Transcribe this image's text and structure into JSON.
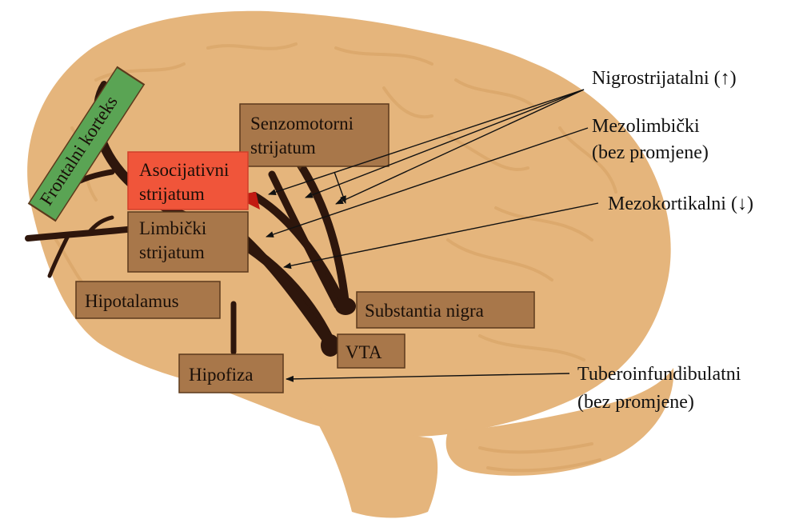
{
  "colors": {
    "brain": "#e5b57c",
    "brain_shade": "#d9a565",
    "pathway": "#2e160c",
    "region_box": "#a8774a",
    "highlight_red": "#f0553a",
    "highlight_green": "#5aa454"
  },
  "regions": {
    "frontal": "Frontalni korteks",
    "senzo_1": "Senzomotorni",
    "senzo_2": "strijatum",
    "asoc_1": "Asocijativni",
    "asoc_2": "strijatum",
    "limb_1": "Limbički",
    "limb_2": "strijatum",
    "hipotalamus": "Hipotalamus",
    "hipofiza": "Hipofiza",
    "substantia": "Substantia nigra",
    "vta": "VTA"
  },
  "pathways": {
    "nigro": "Nigrostrijatalni (↑)",
    "mezolimb_1": "Mezolimbički",
    "mezolimb_2": "(bez promjene)",
    "mezokort": "Mezokortikalni (↓)",
    "tubero_1": "Tuberoinfundibulatni",
    "tubero_2": "(bez promjene)"
  }
}
